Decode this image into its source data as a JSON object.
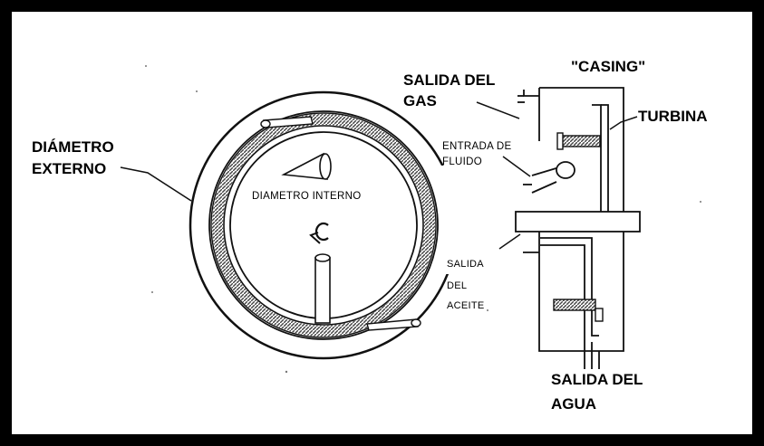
{
  "labels": {
    "diametro_externo_1": "DIÁMETRO",
    "diametro_externo_2": "EXTERNO",
    "diametro_interno": "DIAMETRO INTERNO",
    "salida_gas_1": "SALIDA DEL",
    "salida_gas_2": "GAS",
    "casing": "\"CASING\"",
    "turbina": "TURBINA",
    "entrada_fluido_1": "ENTRADA DE",
    "entrada_fluido_2": "FLUIDO",
    "salida_aceite_1": "SALIDA",
    "salida_aceite_2": "DEL",
    "salida_aceite_3": "ACEITE",
    "salida_agua_1": "SALIDA DEL",
    "salida_agua_2": "AGUA"
  },
  "colors": {
    "frame": "#000000",
    "background": "#ffffff",
    "ink": "#111111",
    "hatch": "#555555"
  }
}
